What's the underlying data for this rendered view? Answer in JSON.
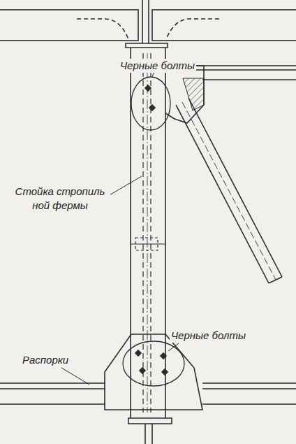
{
  "diagram": {
    "labels": [
      "Черные болты",
      "Стойка стропиль ной фермы",
      "Черные болты",
      "Распорки"
    ]
  }
}
